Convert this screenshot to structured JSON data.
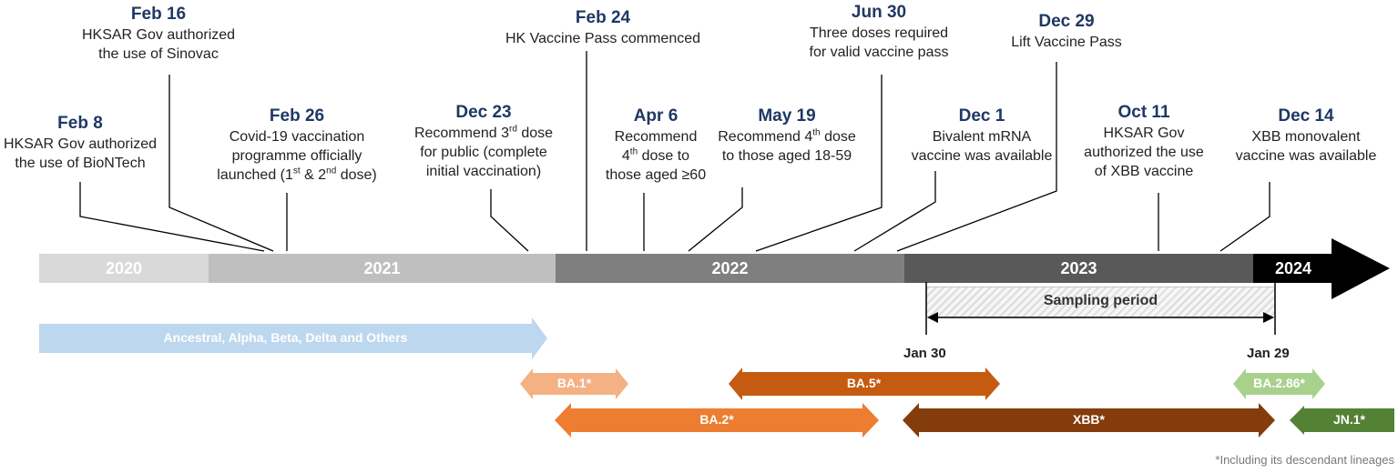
{
  "events": [
    {
      "date": "Feb 8",
      "lines": [
        "HKSAR Gov authorized",
        "the use of BioNTech"
      ]
    },
    {
      "date": "Feb 16",
      "lines": [
        "HKSAR Gov authorized",
        "the use of Sinovac"
      ]
    },
    {
      "date": "Feb 26",
      "lines": [
        "Covid-19 vaccination",
        "programme officially",
        "launched (1<sup>st</sup> &amp; 2<sup>nd</sup> dose)"
      ]
    },
    {
      "date": "Dec 23",
      "lines": [
        "Recommend 3<sup>rd</sup> dose",
        "for public (complete",
        "initial vaccination)"
      ]
    },
    {
      "date": "Feb 24",
      "lines": [
        "HK Vaccine Pass commenced"
      ]
    },
    {
      "date": "Apr 6",
      "lines": [
        "Recommend",
        "4<sup>th</sup> dose to",
        "those aged ≥60"
      ]
    },
    {
      "date": "May 19",
      "lines": [
        "Recommend 4<sup>th</sup> dose",
        "to those aged 18-59"
      ]
    },
    {
      "date": "Jun 30",
      "lines": [
        "Three doses required",
        "for valid vaccine pass"
      ]
    },
    {
      "date": "Dec 1",
      "lines": [
        "Bivalent mRNA",
        "vaccine was available"
      ]
    },
    {
      "date": "Dec 29",
      "lines": [
        "Lift Vaccine Pass"
      ]
    },
    {
      "date": "Oct 11",
      "lines": [
        "HKSAR Gov",
        "authorized the use",
        "of XBB vaccine"
      ]
    },
    {
      "date": "Dec 14",
      "lines": [
        "XBB monovalent",
        "vaccine was available"
      ]
    }
  ],
  "years": [
    "2020",
    "2021",
    "2022",
    "2023",
    "2024"
  ],
  "sampling": {
    "label": "Sampling period",
    "start": "Jan 30",
    "end": "Jan 29"
  },
  "variants": [
    {
      "label": "Ancestral, Alpha, Beta, Delta and Others",
      "color": "#bdd7ee"
    },
    {
      "label": "BA.1*",
      "color": "#f4b183"
    },
    {
      "label": "BA.5*",
      "color": "#c55a11"
    },
    {
      "label": "BA.2.86*",
      "color": "#a9d18e"
    },
    {
      "label": "BA.2*",
      "color": "#ed7d31"
    },
    {
      "label": "XBB*",
      "color": "#843c0c"
    },
    {
      "label": "JN.1*",
      "color": "#548235"
    }
  ],
  "colors": {
    "year_2020": "#d9d9d9",
    "year_2021": "#bfbfbf",
    "year_2022": "#7f7f7f",
    "year_2023": "#595959",
    "year_2024": "#000000",
    "date_text": "#1f3864"
  },
  "footnote": "*Including its descendant lineages"
}
